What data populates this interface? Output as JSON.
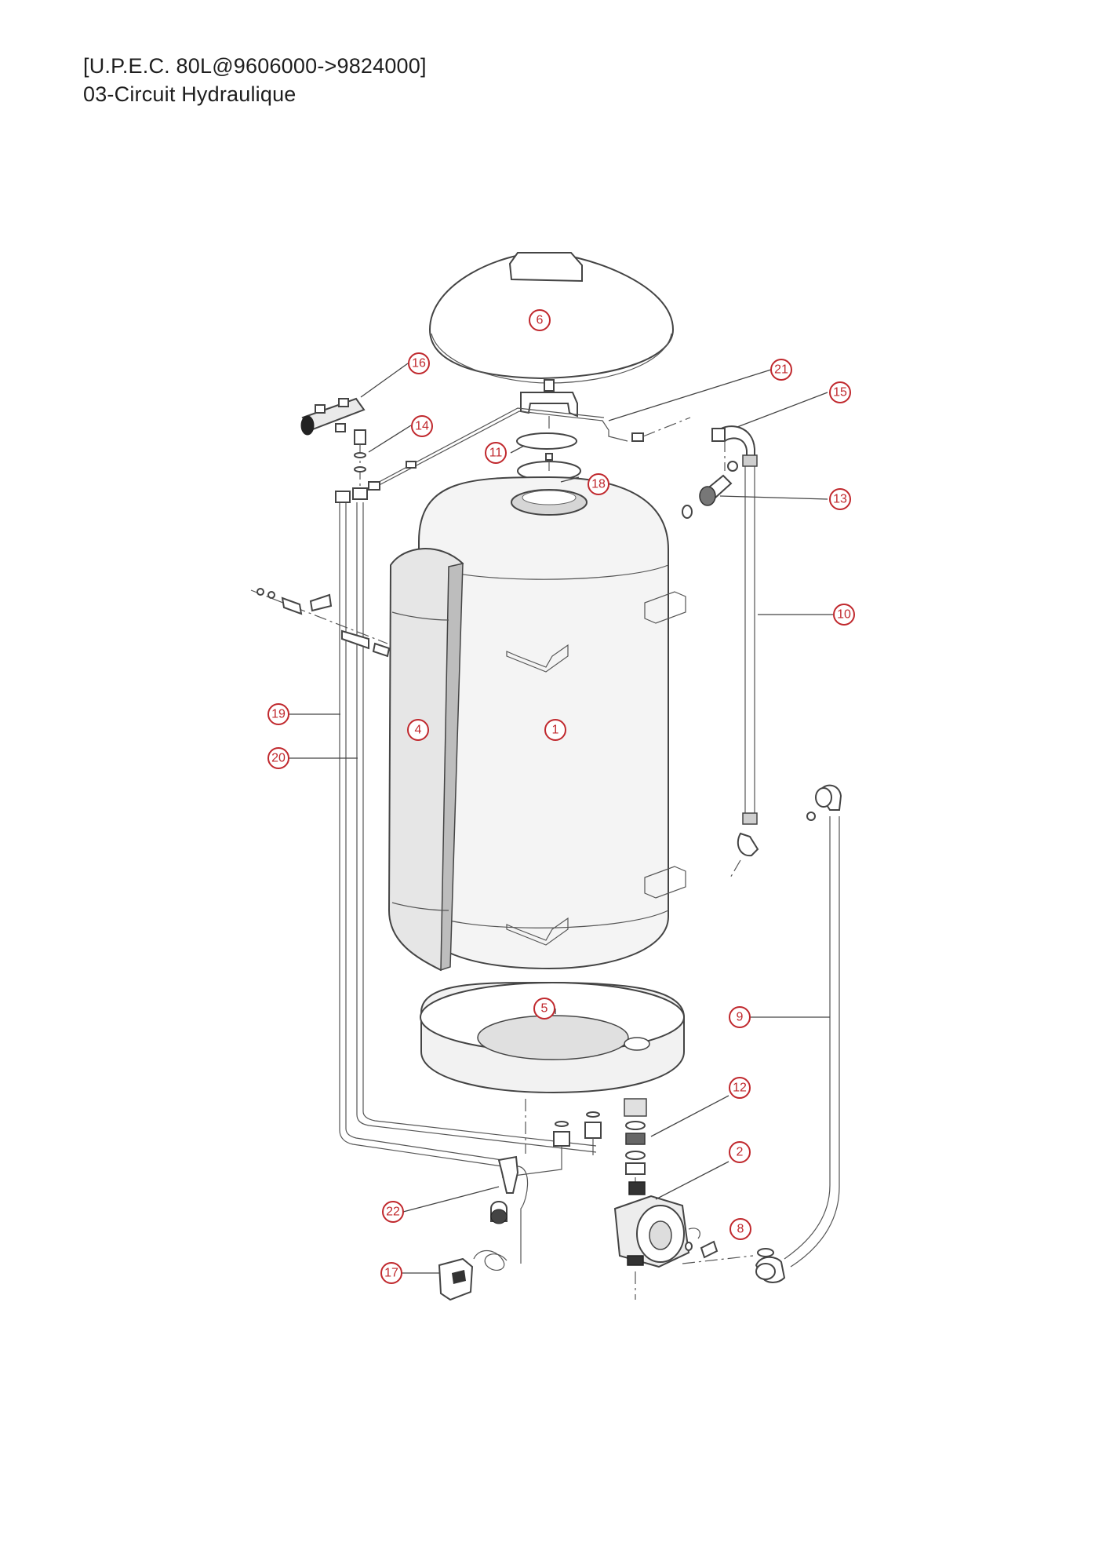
{
  "header": {
    "title": "[U.P.E.C.  80L@9606000->9824000]",
    "subtitle": "03-Circuit Hydraulique"
  },
  "callouts": [
    {
      "label": "6",
      "part": "lid"
    },
    {
      "label": "16",
      "part": "manifold"
    },
    {
      "label": "21",
      "part": "sensor-tube"
    },
    {
      "label": "15",
      "part": "elbow-top"
    },
    {
      "label": "14",
      "part": "washer"
    },
    {
      "label": "11",
      "part": "gasket"
    },
    {
      "label": "18",
      "part": "flange"
    },
    {
      "label": "13",
      "part": "elbow-nut"
    },
    {
      "label": "10",
      "part": "hose-right"
    },
    {
      "label": "19",
      "part": "pipe-left-a"
    },
    {
      "label": "4",
      "part": "insulation"
    },
    {
      "label": "1",
      "part": "tank"
    },
    {
      "label": "20",
      "part": "pipe-left-b"
    },
    {
      "label": "5",
      "part": "base"
    },
    {
      "label": "9",
      "part": "hose-long"
    },
    {
      "label": "12",
      "part": "fitting"
    },
    {
      "label": "2",
      "part": "pump"
    },
    {
      "label": "8",
      "part": "bleed-screw"
    },
    {
      "label": "22",
      "part": "probe"
    },
    {
      "label": "17",
      "part": "thermostat"
    }
  ],
  "colors": {
    "callout": "#c0282d",
    "line": "#444444",
    "tank_fill": "#f4f4f4",
    "shade": "#d6d6d6"
  }
}
